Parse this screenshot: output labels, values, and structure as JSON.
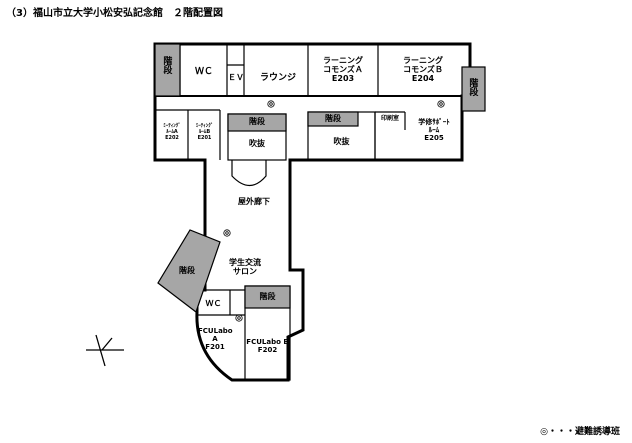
{
  "title": "（3）福山市立大学小松安弘記念館　２階配置図",
  "rooms": {
    "stairs_left": "階段",
    "wc_top": "ＷＣ",
    "ev": "ＥＶ",
    "lounge": "ラウンジ",
    "learning_a": "ラーニング\nコモンズＡ\nE203",
    "learning_b": "ラーニング\nコモンズＢ\nE204",
    "stairs_right": "階段",
    "room_e202_top": "ﾐｰﾃｨﾝｸﾞ\nﾙｰﾑA\nE202",
    "room_e201_top": "ﾐｰﾃｨﾝｸﾞ\nﾙｰﾑB\nE201",
    "stairs_mid1": "階段",
    "fukinuke1": "吹抜",
    "stairs_mid2": "階段",
    "fukinuke2": "吹抜",
    "print_room": "印刷室",
    "support_room": "学修ｻﾎﾟｰﾄ\nﾙｰﾑ\nE205",
    "corridor": "屋外廊下",
    "salon": "学生交流\nサロン",
    "stairs_diag": "階段",
    "wc_bottom": "ＷＣ",
    "stairs_bottom": "階段",
    "fculabo_a": "FCULabo\nA\nF201",
    "fculabo_b": "FCULabo B\nF202"
  },
  "legend": "◎・・・避難誘導班",
  "colors": {
    "stairs_fill": "#a6a6a6",
    "wall": "#000000",
    "background": "#ffffff"
  },
  "icons": [
    "evacuation-point-icon",
    "north-arrow-icon"
  ]
}
